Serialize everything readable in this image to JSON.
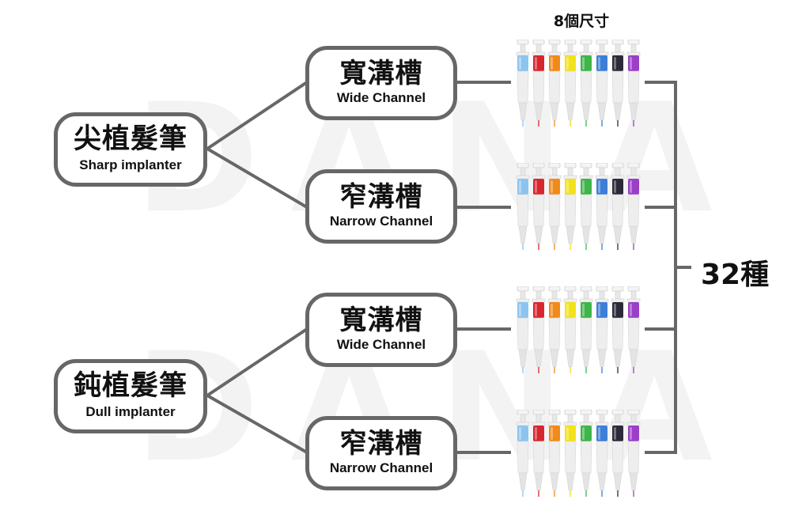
{
  "header": "8個尺寸",
  "total": "32種",
  "watermark": "DANA",
  "implanters": [
    {
      "label": "尖植髮筆",
      "label_en": "Sharp implanter",
      "channels": [
        {
          "label": "寬溝槽",
          "label_en": "Wide Channel"
        },
        {
          "label": "窄溝槽",
          "label_en": "Narrow Channel"
        }
      ]
    },
    {
      "label": "鈍植髮筆",
      "label_en": "Dull implanter",
      "channels": [
        {
          "label": "寬溝槽",
          "label_en": "Wide Channel"
        },
        {
          "label": "窄溝槽",
          "label_en": "Narrow Channel"
        }
      ]
    }
  ],
  "pen_colors": [
    "#8cc4ee",
    "#d8262f",
    "#f28a1a",
    "#f2e21a",
    "#3fb54a",
    "#3d7fd6",
    "#2a2a38",
    "#9a3fc6"
  ],
  "line_color": "#676767"
}
